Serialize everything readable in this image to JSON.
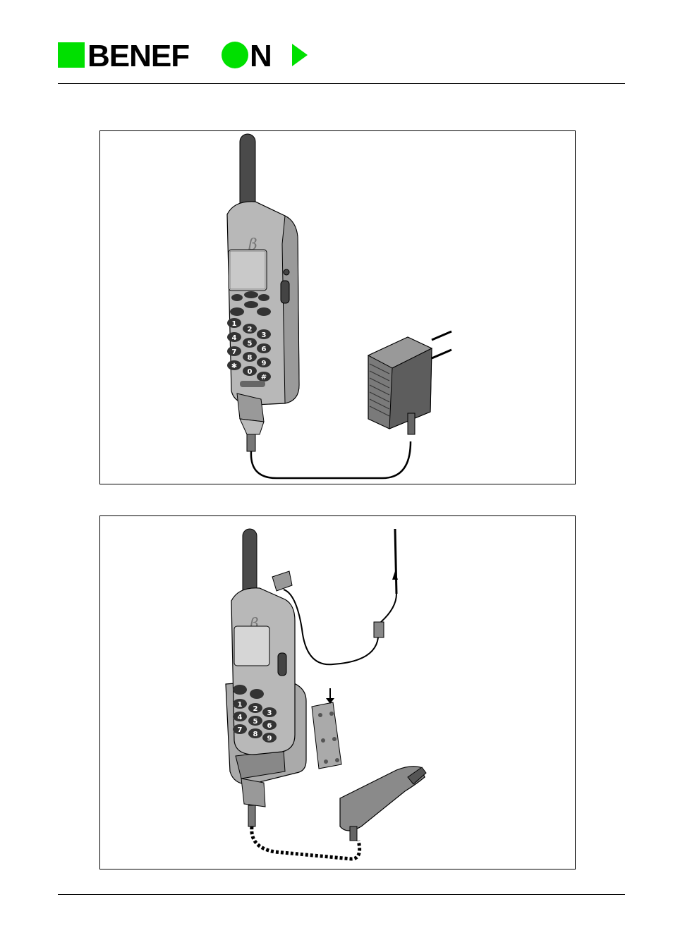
{
  "header": {
    "brand": {
      "prefix": "BENEF",
      "suffix": "N",
      "accent_color": "#00e000"
    }
  },
  "figures": [
    {
      "id": "charger-setup",
      "items": [
        "handset",
        "travel-charger",
        "mains-plug",
        "cable"
      ]
    },
    {
      "id": "car-kit-setup",
      "items": [
        "handset",
        "desktop-holder",
        "mounting-plate",
        "car-antenna",
        "cigarette-lighter-adapter",
        "coiled-cable"
      ]
    }
  ],
  "keypad": {
    "keys": [
      "1",
      "2",
      "3",
      "4",
      "5",
      "6",
      "7",
      "8",
      "9",
      "✱",
      "0",
      "#"
    ]
  }
}
